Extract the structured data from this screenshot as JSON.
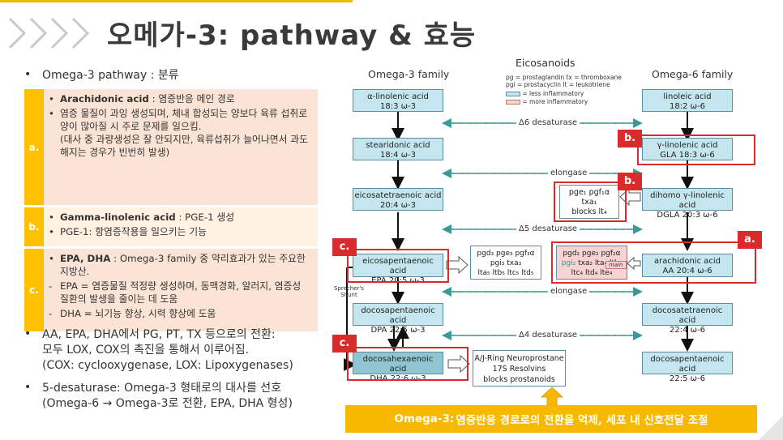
{
  "title": "오메가-3: pathway & 효능",
  "left": {
    "heading_bullet": "Omega-3 pathway : 분류",
    "rows": [
      {
        "label": "a.",
        "items": [
          {
            "marker": "•",
            "bold": "Arachidonic acid",
            "text": " : 염증반응 메인 경로"
          },
          {
            "marker": "•",
            "bold": "",
            "text": "염증 물질이 과잉 생성되며, 체내 합성되는 양보다 육류 섭취로\n양이 많아질 시 주로 문제를 일으킴.\n(대사 중 과량생성은 잘 안되지만, 육류섭취가 늘어나면서 과도해지는 경우가 빈번히 발생)"
          }
        ]
      },
      {
        "label": "b.",
        "items": [
          {
            "marker": "•",
            "bold": "Gamma-linolenic acid",
            "text": " : PGE-1 생성"
          },
          {
            "marker": "•",
            "bold": "",
            "text": "PGE-1: 항염증작용을 일으키는 기능"
          }
        ]
      },
      {
        "label": "c.",
        "items": [
          {
            "marker": "•",
            "bold": "EPA, DHA",
            "text": " : Omega-3 family 중 약리효과가 있는 주요한 지방산."
          },
          {
            "marker": "-",
            "bold": "",
            "text": "EPA = 염증물질 적정량 생성하며, 동맥경화, 알러지, 염증성 질환의 발생을 줄이는 데 도움"
          },
          {
            "marker": "-",
            "bold": "",
            "text": "DHA = 뇌기능 향상, 시력 향상에 도움"
          }
        ]
      }
    ],
    "bullets": [
      "AA, EPA, DHA에서 PG, PT, TX 등으로의 전환:\n모두 LOX, COX의 촉진을 통해서 이루어짐.\n(COX: cyclooxygenase, LOX: Lipoxygenases)",
      "5-desaturase: Omega-3 형태로의 대사를 선호\n(Omega-6 → Omega-3로 전환, EPA, DHA 형성)"
    ]
  },
  "diagram": {
    "headers": {
      "omega3": "Omega-3 family",
      "eicosanoids": "Eicosanoids",
      "omega6": "Omega-6 family"
    },
    "legend": {
      "abbr1": "pg = prostaglandin     tx = thromboxane",
      "abbr2": "pgi = prostacyclin     lt = leukotriene",
      "less": "= less inflammatory",
      "more": "= more inflammatory"
    },
    "enzymes": {
      "d6": "Δ6 desaturase",
      "elongase1": "elongase",
      "d5": "Δ5 desaturase",
      "elongase2": "elongase",
      "d4": "Δ4 desaturase"
    },
    "omega3": [
      {
        "name": "α-linolenic acid",
        "sub": "18:3 ω-3"
      },
      {
        "name": "stearidonic acid",
        "sub": "18:4 ω-3"
      },
      {
        "name": "eicosatetraenoic acid",
        "sub": "20:4 ω-3"
      },
      {
        "name": "eicosapentaenoic acid",
        "sub": "EPA   20:5 ω-3"
      },
      {
        "name": "docosapentaenoic acid",
        "sub": "DPA   22:5 ω-3"
      },
      {
        "name": "docosahexaenoic acid",
        "sub": "DHA   22:6 ω-3"
      }
    ],
    "omega6": [
      {
        "name": "linoleic acid",
        "sub": "18:2 ω-6"
      },
      {
        "name": "γ-linolenic acid",
        "sub": "GLA   18:3 ω-6"
      },
      {
        "name": "dihomo γ-linolenic acid",
        "sub": "DGLA   20:3 ω-6"
      },
      {
        "name": "arachidonic acid",
        "sub": "AA   20:4 ω-6"
      },
      {
        "name": "docosatetraenoic acid",
        "sub": "22:4 ω-6"
      },
      {
        "name": "docosapentaenoic acid",
        "sub": "22:5 ω-6"
      }
    ],
    "eico_pge1": {
      "line1": "pge₁ pgf₁α",
      "line2": "txa₁",
      "line3": "blocks lt₄"
    },
    "eico_epa": {
      "line1": "pgd₃ pge₃ pgf₃α",
      "line2": "pgi₃ txa₃",
      "line3": "lta₅ ltb₅ ltc₅ ltd₅"
    },
    "eico_aa": {
      "line1": "pgd₂ pge₂ pgf₂α",
      "line2a": "pgi₂",
      "line2b": " txa₂ lta₄ ltb₄",
      "line3": "ltc₄ ltd₄ lte₄",
      "main": "main"
    },
    "eico_dha": {
      "line1": "A/J-Ring Neuroprostane",
      "line2": "17S Resolvins",
      "line3": "blocks prostanoids"
    },
    "sprecher": "Sprecher's\nShunt",
    "tags": {
      "b1": "b.",
      "b2": "b.",
      "a": "a.",
      "c1": "c.",
      "c2": "c."
    },
    "banner_strong": "Omega-3:",
    "banner_text": " 염증반응 경로로의 전환을 억제, 세포 내 신호전달 조절"
  },
  "colors": {
    "accent": "#ffc000",
    "row_bg": "#fbe4d5",
    "box_blue": "#c5e6ee",
    "box_dark": "#8fc6d2",
    "box_pink": "#f7d3d3",
    "red": "#d92b2b",
    "banner": "#f7b900"
  }
}
